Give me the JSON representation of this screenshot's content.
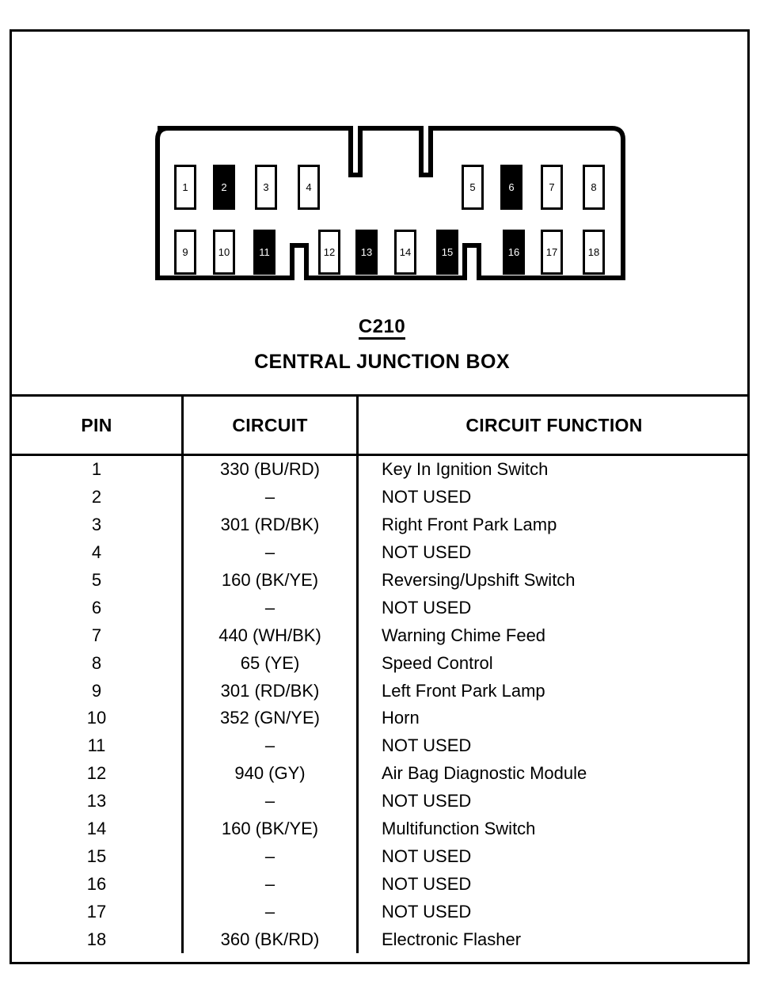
{
  "connector": {
    "code": "C210",
    "name": "CENTRAL JUNCTION BOX",
    "top_row": [
      {
        "number": "1",
        "filled": false
      },
      {
        "number": "2",
        "filled": true
      },
      {
        "number": "3",
        "filled": false
      },
      {
        "number": "4",
        "filled": false
      },
      {
        "number": "5",
        "filled": false
      },
      {
        "number": "6",
        "filled": true
      },
      {
        "number": "7",
        "filled": false
      },
      {
        "number": "8",
        "filled": false
      }
    ],
    "bottom_row": [
      {
        "number": "9",
        "filled": false
      },
      {
        "number": "10",
        "filled": false
      },
      {
        "number": "11",
        "filled": true
      },
      {
        "number": "12",
        "filled": false
      },
      {
        "number": "13",
        "filled": true
      },
      {
        "number": "14",
        "filled": false
      },
      {
        "number": "15",
        "filled": true
      },
      {
        "number": "16",
        "filled": true
      },
      {
        "number": "17",
        "filled": false
      },
      {
        "number": "18",
        "filled": false
      }
    ]
  },
  "table": {
    "headers": {
      "pin": "PIN",
      "circuit": "CIRCUIT",
      "function": "CIRCUIT FUNCTION"
    },
    "rows": [
      {
        "pin": "1",
        "circuit": "330 (BU/RD)",
        "function": "Key In Ignition Switch"
      },
      {
        "pin": "2",
        "circuit": "–",
        "function": "NOT USED"
      },
      {
        "pin": "3",
        "circuit": "301 (RD/BK)",
        "function": "Right Front Park Lamp"
      },
      {
        "pin": "4",
        "circuit": "–",
        "function": "NOT USED"
      },
      {
        "pin": "5",
        "circuit": "160 (BK/YE)",
        "function": "Reversing/Upshift Switch"
      },
      {
        "pin": "6",
        "circuit": "–",
        "function": "NOT USED"
      },
      {
        "pin": "7",
        "circuit": "440 (WH/BK)",
        "function": "Warning Chime Feed"
      },
      {
        "pin": "8",
        "circuit": "65 (YE)",
        "function": "Speed Control"
      },
      {
        "pin": "9",
        "circuit": "301 (RD/BK)",
        "function": "Left Front Park Lamp"
      },
      {
        "pin": "10",
        "circuit": "352 (GN/YE)",
        "function": "Horn"
      },
      {
        "pin": "11",
        "circuit": "–",
        "function": "NOT USED"
      },
      {
        "pin": "12",
        "circuit": "940 (GY)",
        "function": "Air Bag Diagnostic Module"
      },
      {
        "pin": "13",
        "circuit": "–",
        "function": "NOT USED"
      },
      {
        "pin": "14",
        "circuit": "160 (BK/YE)",
        "function": "Multifunction Switch"
      },
      {
        "pin": "15",
        "circuit": "–",
        "function": "NOT USED"
      },
      {
        "pin": "16",
        "circuit": "–",
        "function": "NOT USED"
      },
      {
        "pin": "17",
        "circuit": "–",
        "function": "NOT USED"
      },
      {
        "pin": "18",
        "circuit": "360 (BK/RD)",
        "function": "Electronic Flasher"
      }
    ]
  },
  "colors": {
    "ink": "#000000",
    "paper": "#ffffff"
  }
}
